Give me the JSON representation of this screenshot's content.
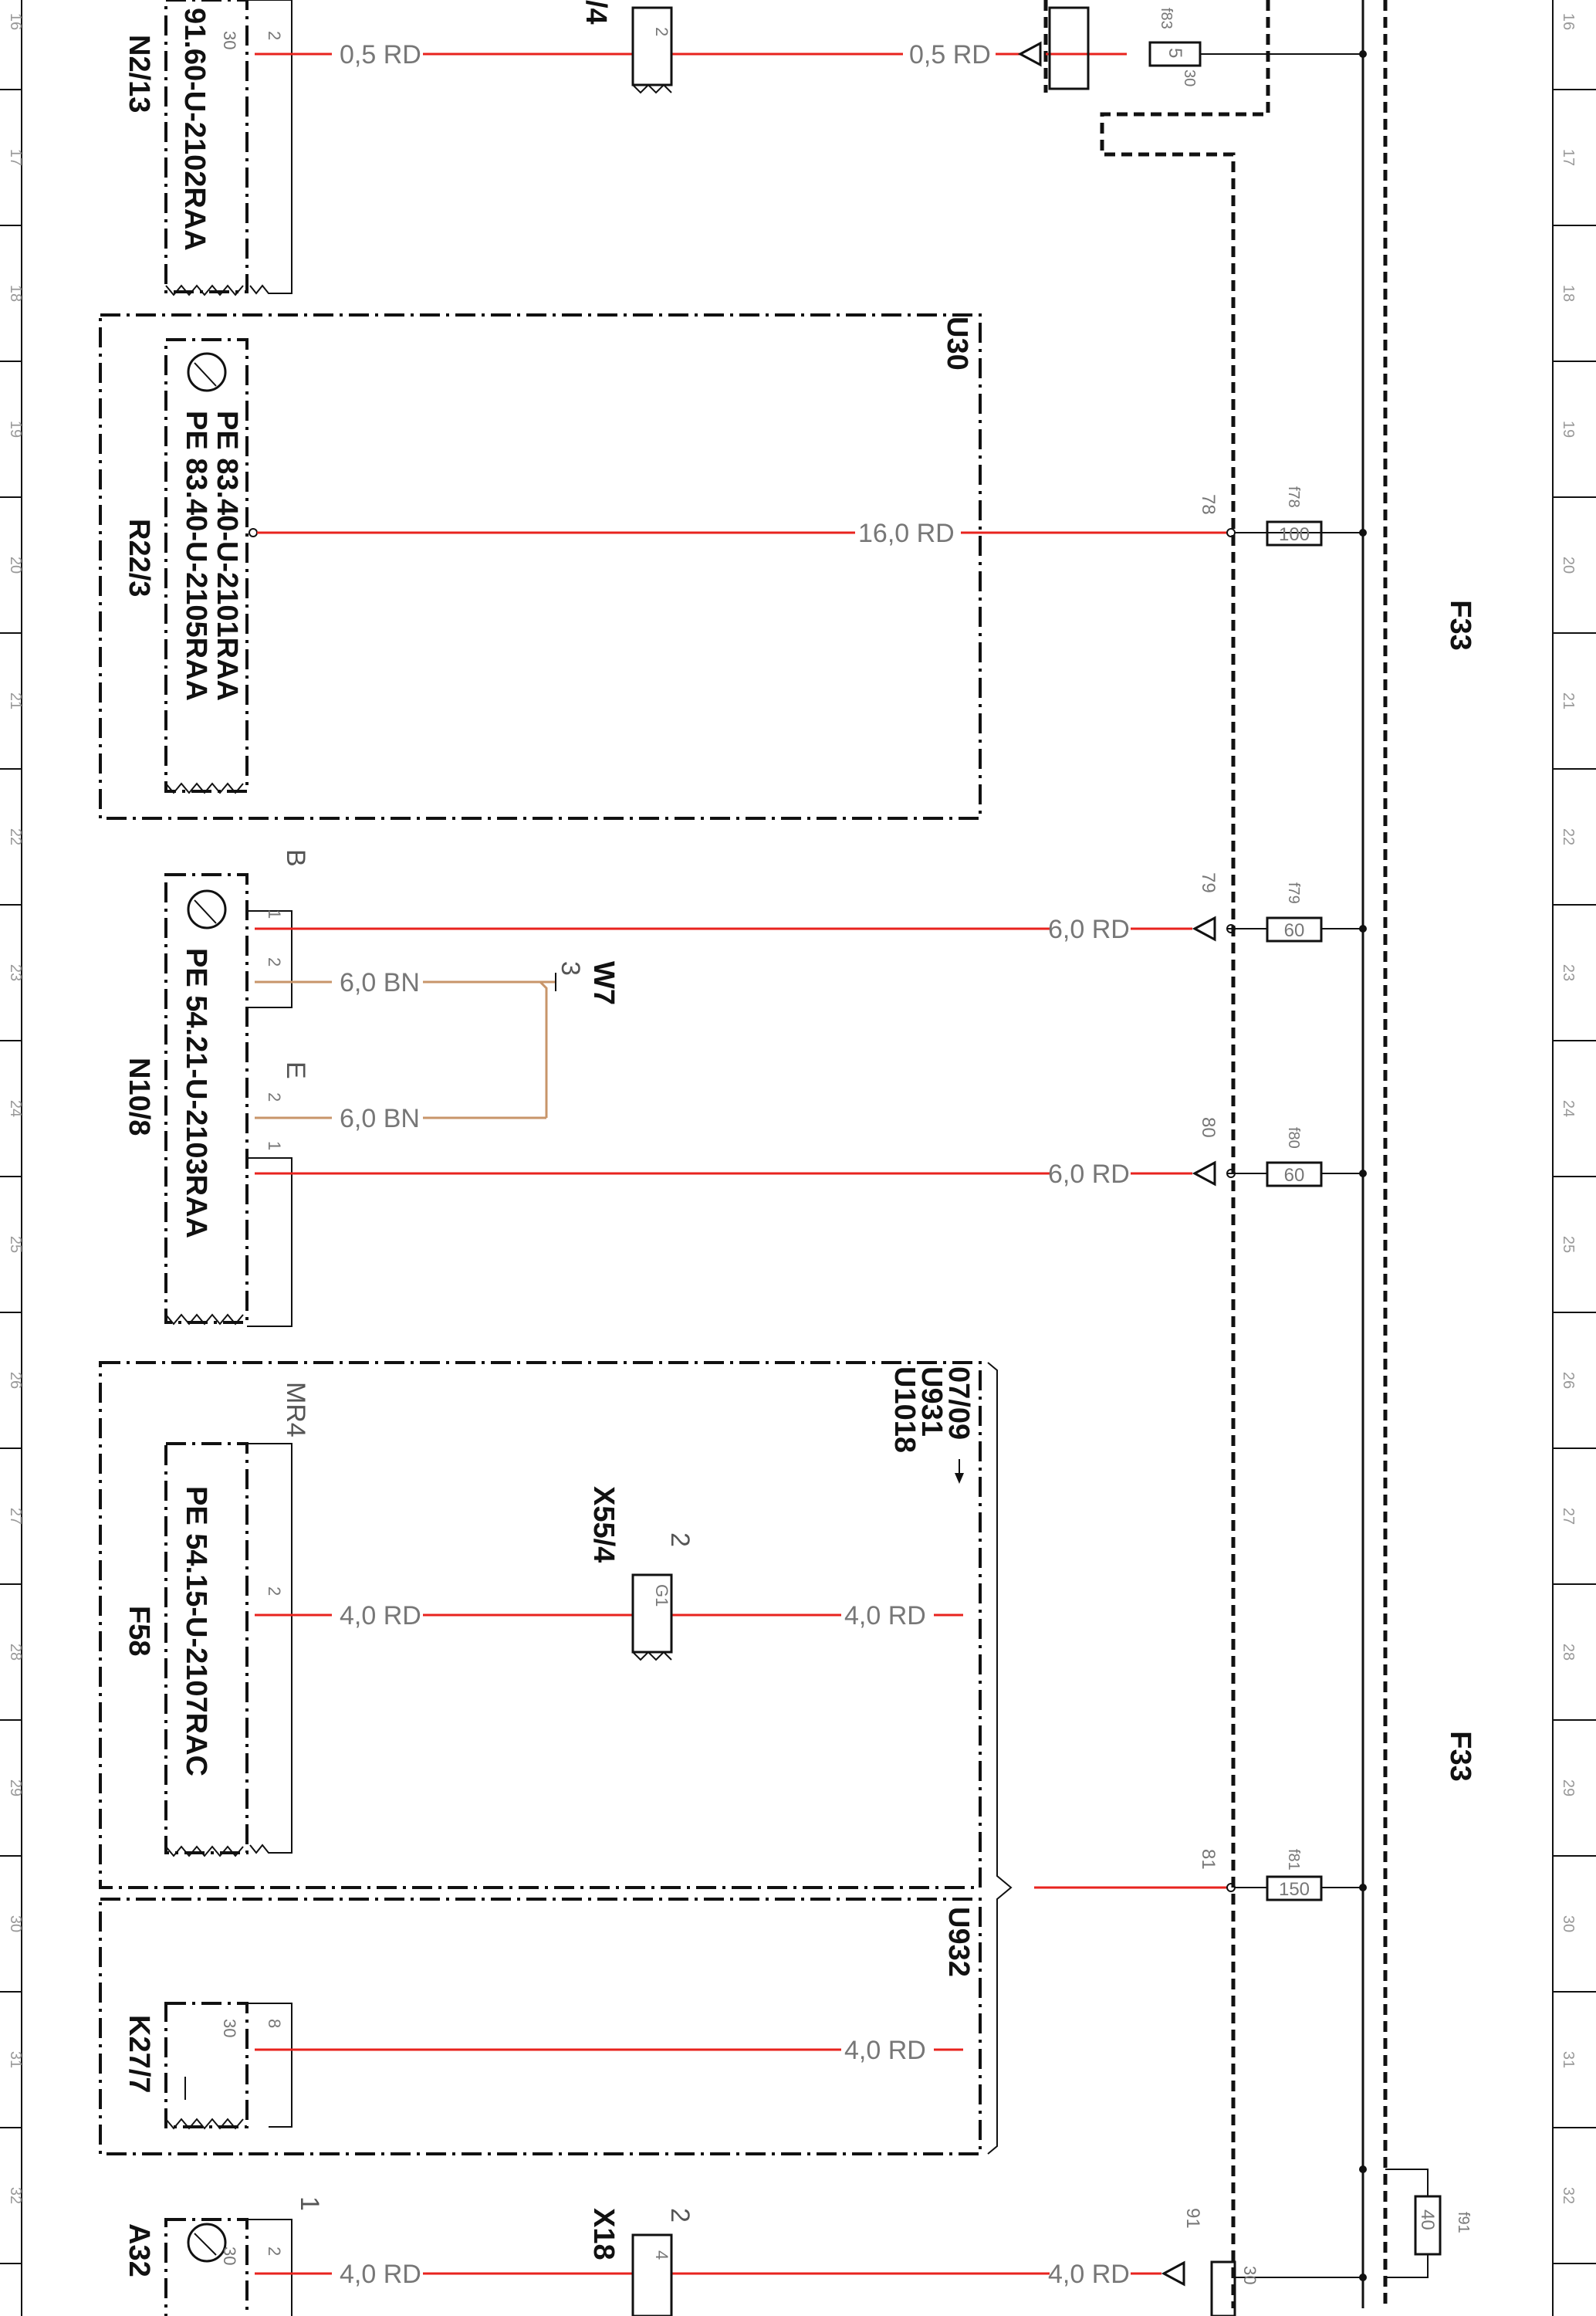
{
  "grid": {
    "rows": [
      "16",
      "17",
      "18",
      "19",
      "20",
      "21",
      "22",
      "23",
      "24",
      "25",
      "26",
      "27",
      "28",
      "29",
      "30",
      "31",
      "32"
    ]
  },
  "fuse_box": {
    "label_upper": "F33",
    "label_lower": "F33"
  },
  "components": {
    "n2_13": {
      "ref": "N2/13",
      "part": "91.60-U-2102RAA"
    },
    "r22_3": {
      "ref": "R22/3",
      "part_1": "PE 83.40-U-2101RAA",
      "part_2": "PE 83.40-U-2105RAA"
    },
    "n10_8": {
      "ref": "N10/8",
      "part": "PE 54.21-U-2103RAA"
    },
    "f58": {
      "ref": "F58",
      "part": "PE 54.15-U-2107RAC"
    },
    "k27_7": {
      "ref": "K27/7"
    },
    "a32": {
      "ref": "A32"
    },
    "w7": {
      "ref": "W7",
      "pin": "3"
    },
    "x55_4": {
      "ref": "X55/4",
      "pin_top": "2",
      "pin_inner": "G1"
    },
    "x18": {
      "ref": "X18",
      "pin_top": "2",
      "pin_inner": "4"
    },
    "x_top": {
      "ref": "/4",
      "pin_inner": "2"
    }
  },
  "areas": {
    "u30": "U30",
    "u_group": {
      "l1": "07/09",
      "l2": "U931",
      "l3": "U1018"
    },
    "u932": "U932"
  },
  "connector_labels": {
    "b": "B",
    "e": "E",
    "mr4": "MR4"
  },
  "fuses": [
    {
      "id": "f83",
      "label": "f83",
      "value": "5",
      "terminal": "30"
    },
    {
      "id": "f78",
      "label": "f78",
      "value": "100",
      "terminal": "78"
    },
    {
      "id": "f79",
      "label": "f79",
      "value": "60",
      "terminal": "79"
    },
    {
      "id": "f80",
      "label": "f80",
      "value": "60",
      "terminal": "80"
    },
    {
      "id": "f81",
      "label": "f81",
      "value": "150",
      "terminal": "81"
    },
    {
      "id": "f91",
      "label": "f91",
      "value": "40",
      "terminal": "91"
    }
  ],
  "wires": {
    "w16a": "0,5 RD",
    "w16b": "0,5 RD",
    "w19": "16,0 RD",
    "w22": "6,0 RD",
    "w22bn": "6,0 BN",
    "w24bn": "6,0 BN",
    "w24": "6,0 RD",
    "w27a": "4,0 RD",
    "w27b": "4,0 RD",
    "w30": "4,0 RD",
    "w32a": "4,0 RD",
    "w32b": "4,0 RD"
  },
  "pins": {
    "n2_13_a": "2",
    "n2_13_b": "30",
    "n10_8_1": "1",
    "n10_8_2": "2",
    "n10_8_3": "2",
    "n10_8_4": "1",
    "f58_2": "2",
    "k27_8": "8",
    "k27_30": "30",
    "a32_1": "1",
    "a32_2": "2",
    "a32_30": "30",
    "f91_30": "30"
  }
}
